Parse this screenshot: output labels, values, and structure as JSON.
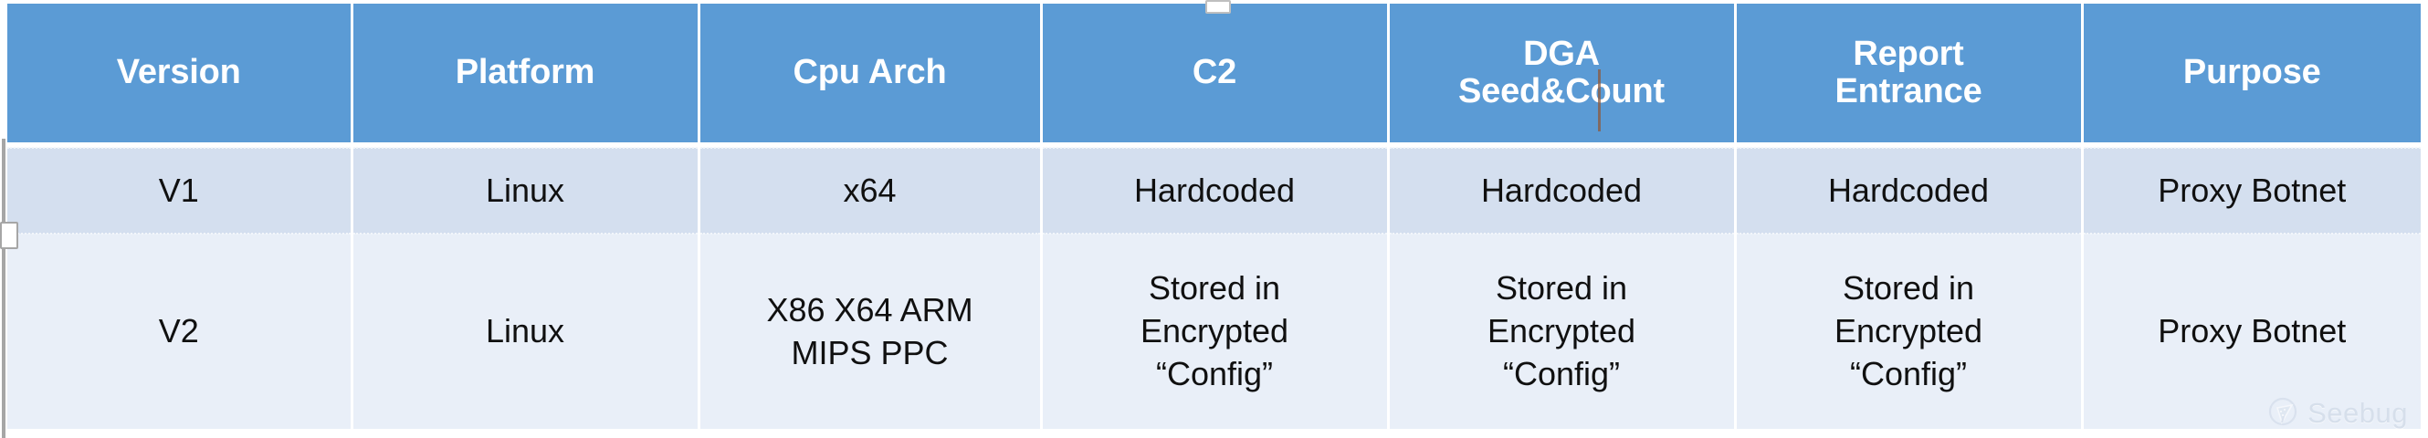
{
  "colors": {
    "header_bg": "#5b9bd5",
    "header_text": "#ffffff",
    "row_odd_bg": "#d4dfef",
    "row_even_bg": "#e9eff8",
    "body_text": "#101010",
    "grid_line": "#ffffff",
    "watermark_text": "#c7d2e2"
  },
  "table": {
    "columns": [
      {
        "id": "version",
        "label_lines": [
          "Version"
        ]
      },
      {
        "id": "platform",
        "label_lines": [
          "Platform"
        ]
      },
      {
        "id": "cpu-arch",
        "label_lines": [
          "Cpu Arch"
        ]
      },
      {
        "id": "c2",
        "label_lines": [
          "C2"
        ]
      },
      {
        "id": "dga-seed-count",
        "label_lines": [
          "DGA",
          "Seed&Count"
        ]
      },
      {
        "id": "report-entrance",
        "label_lines": [
          "Report",
          "Entrance"
        ]
      },
      {
        "id": "purpose",
        "label_lines": [
          "Purpose"
        ]
      }
    ],
    "rows": [
      {
        "id": "v1",
        "cells": [
          {
            "lines": [
              "V1"
            ]
          },
          {
            "lines": [
              "Linux"
            ]
          },
          {
            "lines": [
              "x64"
            ]
          },
          {
            "lines": [
              "Hardcoded"
            ]
          },
          {
            "lines": [
              "Hardcoded"
            ]
          },
          {
            "lines": [
              "Hardcoded"
            ]
          },
          {
            "lines": [
              "Proxy Botnet"
            ]
          }
        ]
      },
      {
        "id": "v2",
        "cells": [
          {
            "lines": [
              "V2"
            ]
          },
          {
            "lines": [
              "Linux"
            ]
          },
          {
            "lines": [
              "X86 X64 ARM",
              "MIPS PPC"
            ]
          },
          {
            "lines": [
              "Stored in",
              "Encrypted",
              "“Config”"
            ]
          },
          {
            "lines": [
              "Stored in",
              "Encrypted",
              "“Config”"
            ]
          },
          {
            "lines": [
              "Stored in",
              "Encrypted",
              "“Config”"
            ]
          },
          {
            "lines": [
              "Proxy Botnet"
            ]
          }
        ]
      }
    ]
  },
  "watermark": {
    "text": "Seebug",
    "icon": "seebug-logo-icon"
  }
}
